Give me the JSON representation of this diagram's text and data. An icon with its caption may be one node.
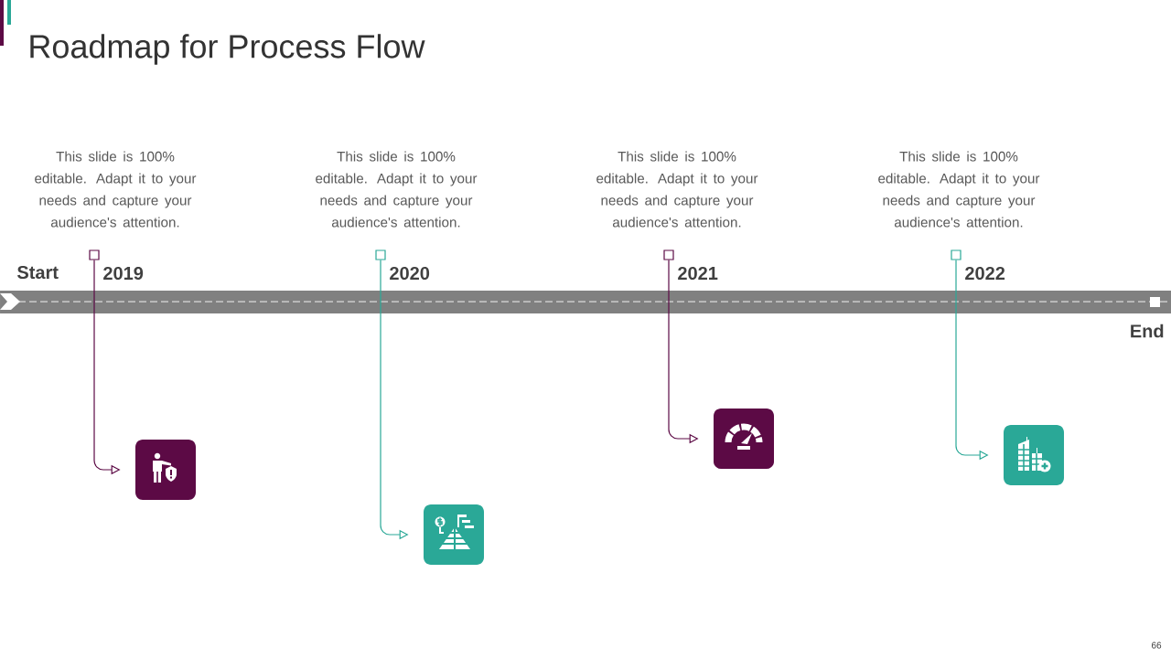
{
  "diagram": {
    "title": "Roadmap for Process Flow",
    "nodes": [
      {
        "text": [],
        "shape": "box",
        "beside": [
          "This slide is 100% editable. Adapt it to your needs and capture your audience's attention.",
          "2019"
        ]
      },
      {
        "text": [],
        "shape": "box",
        "beside": [
          "This slide is 100% editable. Adapt it to your needs and capture your audience's attention.",
          "2020"
        ]
      },
      {
        "text": [],
        "shape": "box",
        "beside": [
          "This slide is 100% editable. Adapt it to your needs and capture your audience's attention.",
          "2021"
        ]
      },
      {
        "text": [],
        "shape": "box",
        "beside": [
          "This slide is 100% editable. Adapt it to your needs and capture your audience's attention.",
          "2022"
        ]
      },
      {
        "text": [],
        "shape": "box"
      },
      {
        "text": [],
        "shape": "box"
      },
      {
        "text": [],
        "shape": "box"
      },
      {
        "text": [],
        "shape": "box"
      }
    ],
    "edges": [
      {
        "from": 0,
        "to": 4,
        "arrow": "to",
        "color": "#5c0a45"
      },
      {
        "from": 1,
        "to": 5,
        "arrow": "to",
        "color": "#2aa897"
      },
      {
        "from": 2,
        "to": 6,
        "arrow": "to",
        "color": "#5c0a45"
      },
      {
        "from": 3,
        "to": 7,
        "arrow": "to",
        "color": "#2aa897"
      }
    ],
    "labels": [
      "Start",
      "End",
      "66"
    ]
  }
}
